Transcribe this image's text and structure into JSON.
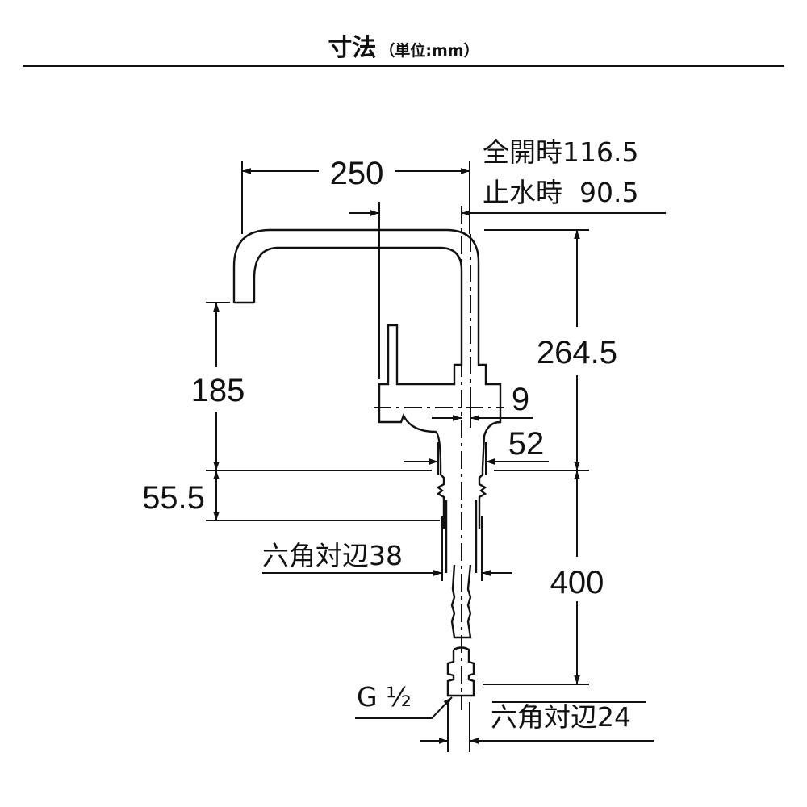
{
  "header": {
    "title": "寸法",
    "unit": "（単位:mm）"
  },
  "dimensions": {
    "spout_reach": "250",
    "full_open": "全開時116.5",
    "stop": "止水時  90.5",
    "spout_height_total": "264.5",
    "spout_outlet_height": "185",
    "base_height": "55.5",
    "offset": "9",
    "base_diameter": "52",
    "hex_38": "六角対辺38",
    "hose_length": "400",
    "thread": "G ½",
    "hex_24": "六角対辺24"
  }
}
